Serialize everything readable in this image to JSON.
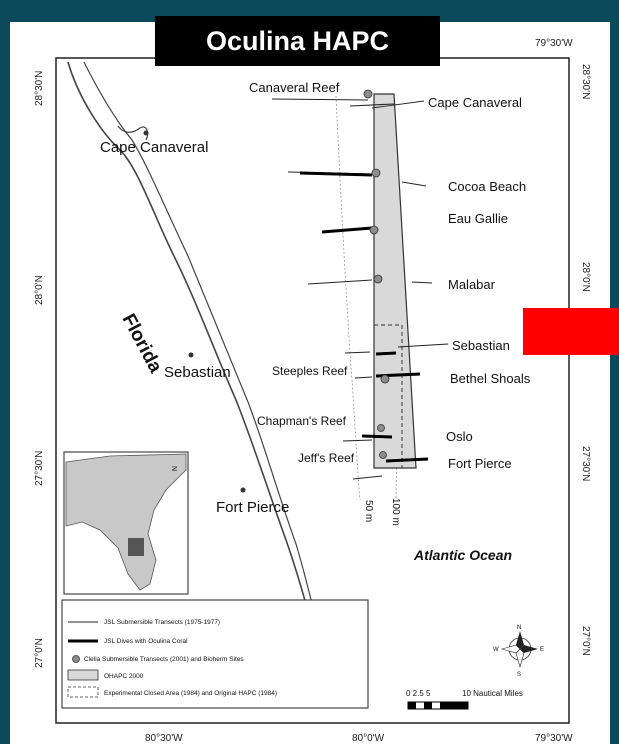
{
  "title": "Oculina  HAPC",
  "coords": {
    "top_right": "79°30'W",
    "left": [
      "28°30'N",
      "28°0'N",
      "27°30'N",
      "27°0'N"
    ],
    "right": [
      "28°30'N",
      "28°0'N",
      "27°30'N",
      "27°0'N"
    ],
    "bottom": [
      "80°30'W",
      "80°0'W",
      "79°30'W"
    ]
  },
  "places": {
    "florida": "Florida",
    "cape_canaveral_land": "Cape Canaveral",
    "sebastian_land": "Sebastian",
    "fort_pierce_land": "Fort Pierce",
    "canaveral_reef": "Canaveral Reef",
    "steeples_reef": "Steeples Reef",
    "chapmans_reef": "Chapman's Reef",
    "jeffs_reef": "Jeff's Reef",
    "cape_canaveral_sea": "Cape Canaveral",
    "cocoa_beach": "Cocoa Beach",
    "eau_gallie": "Eau Gallie",
    "malabar": "Malabar",
    "sebastian_sea": "Sebastian",
    "bethel_shoals": "Bethel Shoals",
    "oslo": "Oslo",
    "fort_pierce_sea": "Fort Pierce",
    "depth_50": "50 m",
    "depth_100": "100 m",
    "atlantic": "Atlantic Ocean"
  },
  "legend": {
    "transects": "JSL Submersible Transects (1975-1977)",
    "dives": "JSL Dives with Oculina Coral",
    "clelia": "Clelia Submersible Transects (2001) and Bioherm Sites",
    "ohapc": "OHAPC 2000",
    "closed": "Experimental Closed Area (1984) and Original HAPC (1984)"
  },
  "scale": {
    "ticks": "0 2.5 5",
    "label": "10 Nautical Miles"
  },
  "compass": {
    "n": "N",
    "s": "S",
    "e": "E",
    "w": "W"
  },
  "colors": {
    "background": "#0b4a5a",
    "hapc_fill": "#d9d9d9",
    "title_bg": "#000000",
    "redaction": "#ff0000"
  }
}
